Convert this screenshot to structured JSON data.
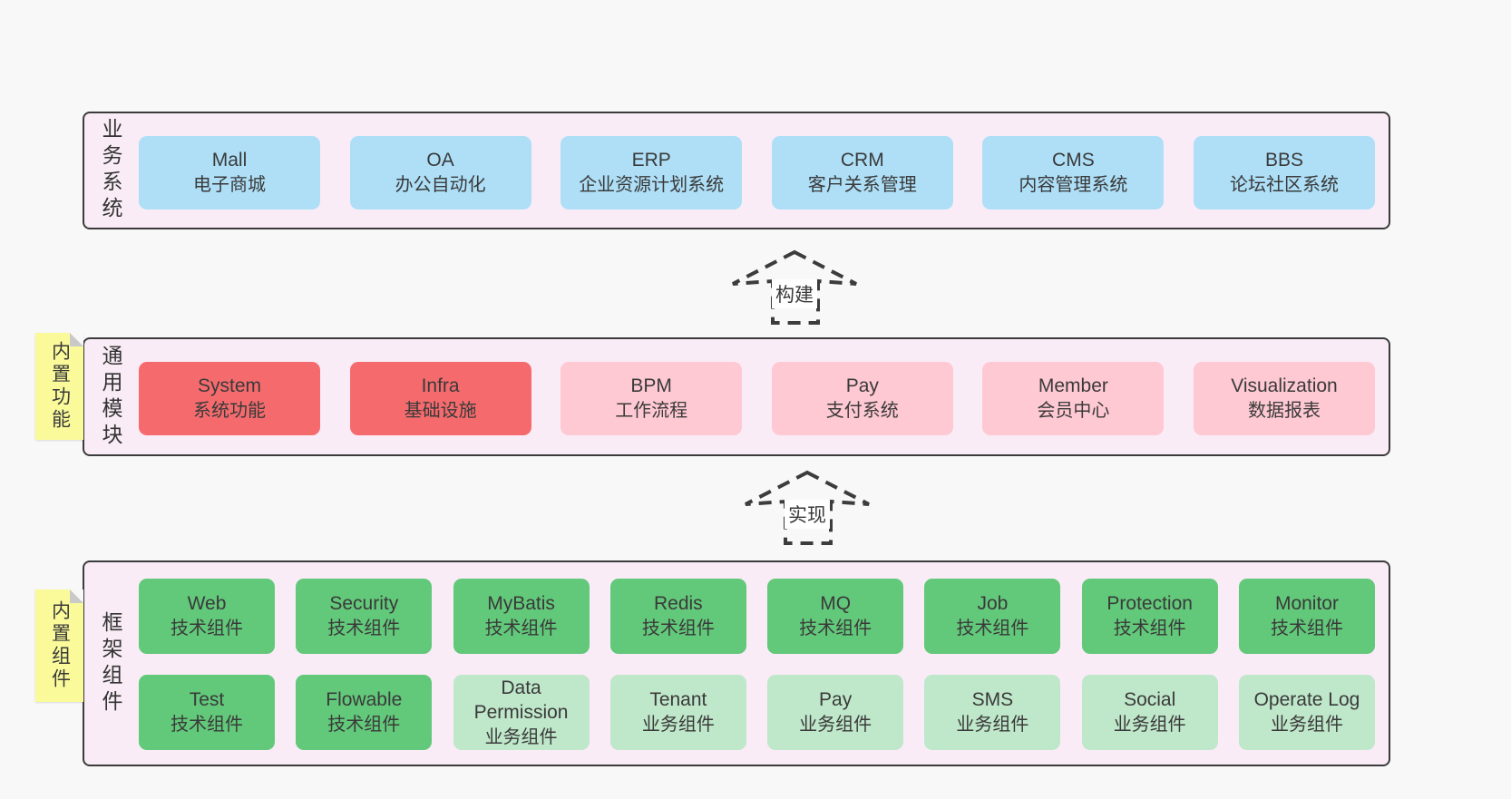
{
  "layers": [
    {
      "label": "业务系统",
      "boxes": [
        {
          "name": "Mall",
          "desc": "电子商城"
        },
        {
          "name": "OA",
          "desc": "办公自动化"
        },
        {
          "name": "ERP",
          "desc": "企业资源计划系统"
        },
        {
          "name": "CRM",
          "desc": "客户关系管理"
        },
        {
          "name": "CMS",
          "desc": "内容管理系统"
        },
        {
          "name": "BBS",
          "desc": "论坛社区系统"
        }
      ]
    },
    {
      "label": "通用模块",
      "sticky": "内置功能",
      "boxes": [
        {
          "name": "System",
          "desc": "系统功能"
        },
        {
          "name": "Infra",
          "desc": "基础设施"
        },
        {
          "name": "BPM",
          "desc": "工作流程"
        },
        {
          "name": "Pay",
          "desc": "支付系统"
        },
        {
          "name": "Member",
          "desc": "会员中心"
        },
        {
          "name": "Visualization",
          "desc": "数据报表"
        }
      ]
    },
    {
      "label": "框架组件",
      "sticky": "内置组件",
      "rows": [
        [
          {
            "name": "Web",
            "desc": "技术组件"
          },
          {
            "name": "Security",
            "desc": "技术组件"
          },
          {
            "name": "MyBatis",
            "desc": "技术组件"
          },
          {
            "name": "Redis",
            "desc": "技术组件"
          },
          {
            "name": "MQ",
            "desc": "技术组件"
          },
          {
            "name": "Job",
            "desc": "技术组件"
          },
          {
            "name": "Protection",
            "desc": "技术组件"
          },
          {
            "name": "Monitor",
            "desc": "技术组件"
          }
        ],
        [
          {
            "name": "Test",
            "desc": "技术组件"
          },
          {
            "name": "Flowable",
            "desc": "技术组件"
          },
          {
            "name": "Data Permission",
            "desc": "业务组件"
          },
          {
            "name": "Tenant",
            "desc": "业务组件"
          },
          {
            "name": "Pay",
            "desc": "业务组件"
          },
          {
            "name": "SMS",
            "desc": "业务组件"
          },
          {
            "name": "Social",
            "desc": "业务组件"
          },
          {
            "name": "Operate Log",
            "desc": "业务组件"
          }
        ]
      ]
    }
  ],
  "arrows": [
    {
      "label": "构建"
    },
    {
      "label": "实现"
    }
  ],
  "colors": {
    "page_bg": "#f8f8f8",
    "layer_bg": "#f9ecf6",
    "layer_border": "#3b3b3b",
    "business_blue": "#aedff7",
    "core_red": "#f56b6d",
    "module_pink": "#ffc9d3",
    "tech_green": "#62c87a",
    "biz_light_green": "#bfe7ca",
    "sticky_yellow": "#fafa9b"
  }
}
